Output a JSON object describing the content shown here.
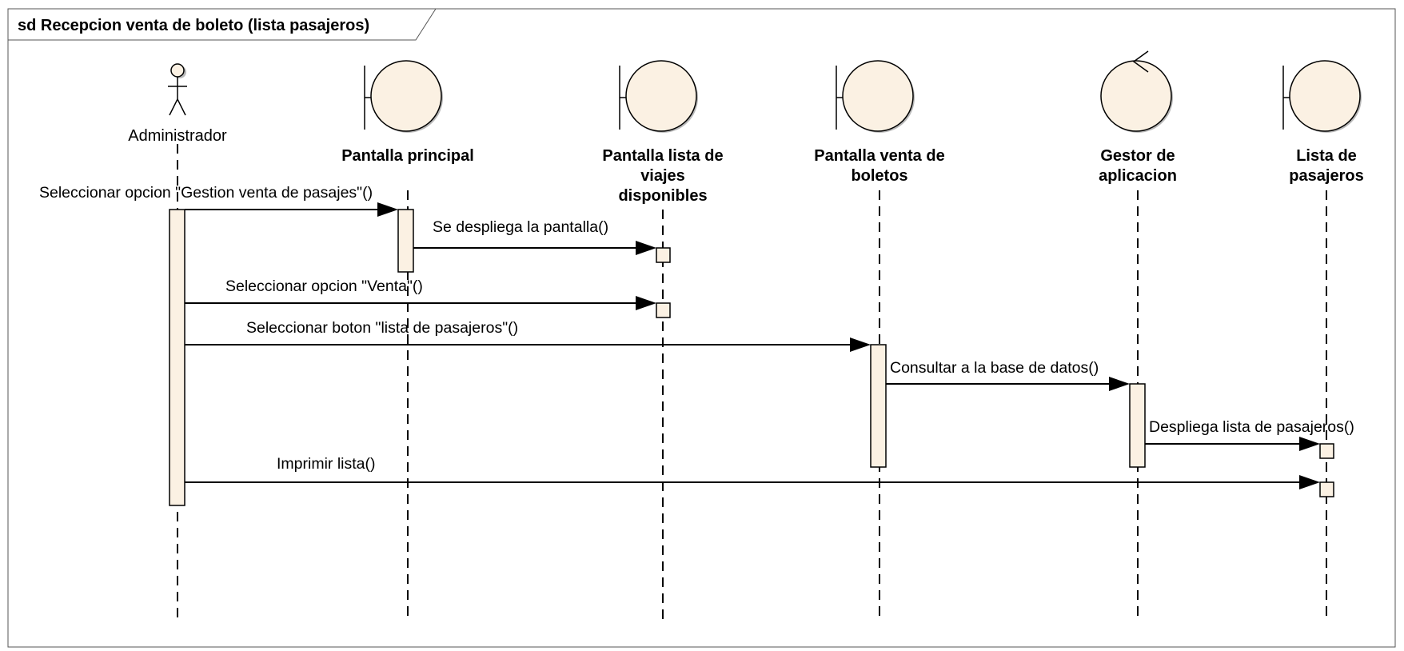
{
  "frame": {
    "title": "sd Recepcion venta de boleto (lista pasajeros)"
  },
  "lifelines": [
    {
      "id": "admin",
      "type": "actor",
      "label": [
        "Administrador"
      ]
    },
    {
      "id": "principal",
      "type": "boundary",
      "label": [
        "Pantalla principal"
      ]
    },
    {
      "id": "viajes",
      "type": "boundary",
      "label": [
        "Pantalla lista de",
        "viajes",
        "disponibles"
      ]
    },
    {
      "id": "venta",
      "type": "boundary",
      "label": [
        "Pantalla venta de",
        "boletos"
      ]
    },
    {
      "id": "gestor",
      "type": "control",
      "label": [
        "Gestor de",
        "aplicacion"
      ]
    },
    {
      "id": "lista",
      "type": "boundary",
      "label": [
        "Lista de",
        "pasajeros"
      ]
    }
  ],
  "messages": [
    {
      "from": "admin",
      "to": "principal",
      "label": "Seleccionar opcion \"Gestion venta de pasajes\"()"
    },
    {
      "from": "principal",
      "to": "viajes",
      "label": "Se despliega la pantalla()"
    },
    {
      "from": "admin",
      "to": "viajes",
      "label": "Seleccionar opcion  \"Venta\"()"
    },
    {
      "from": "admin",
      "to": "venta",
      "label": "Seleccionar boton \"lista de pasajeros\"()"
    },
    {
      "from": "venta",
      "to": "gestor",
      "label": "Consultar a la base de datos()"
    },
    {
      "from": "gestor",
      "to": "lista",
      "label": "Despliega lista de pasajeros()"
    },
    {
      "from": "admin",
      "to": "lista",
      "label": "Imprimir lista()"
    }
  ],
  "colors": {
    "fill": "#fbf1e3",
    "stroke": "#000000",
    "shadow": "#b8b8b8"
  }
}
